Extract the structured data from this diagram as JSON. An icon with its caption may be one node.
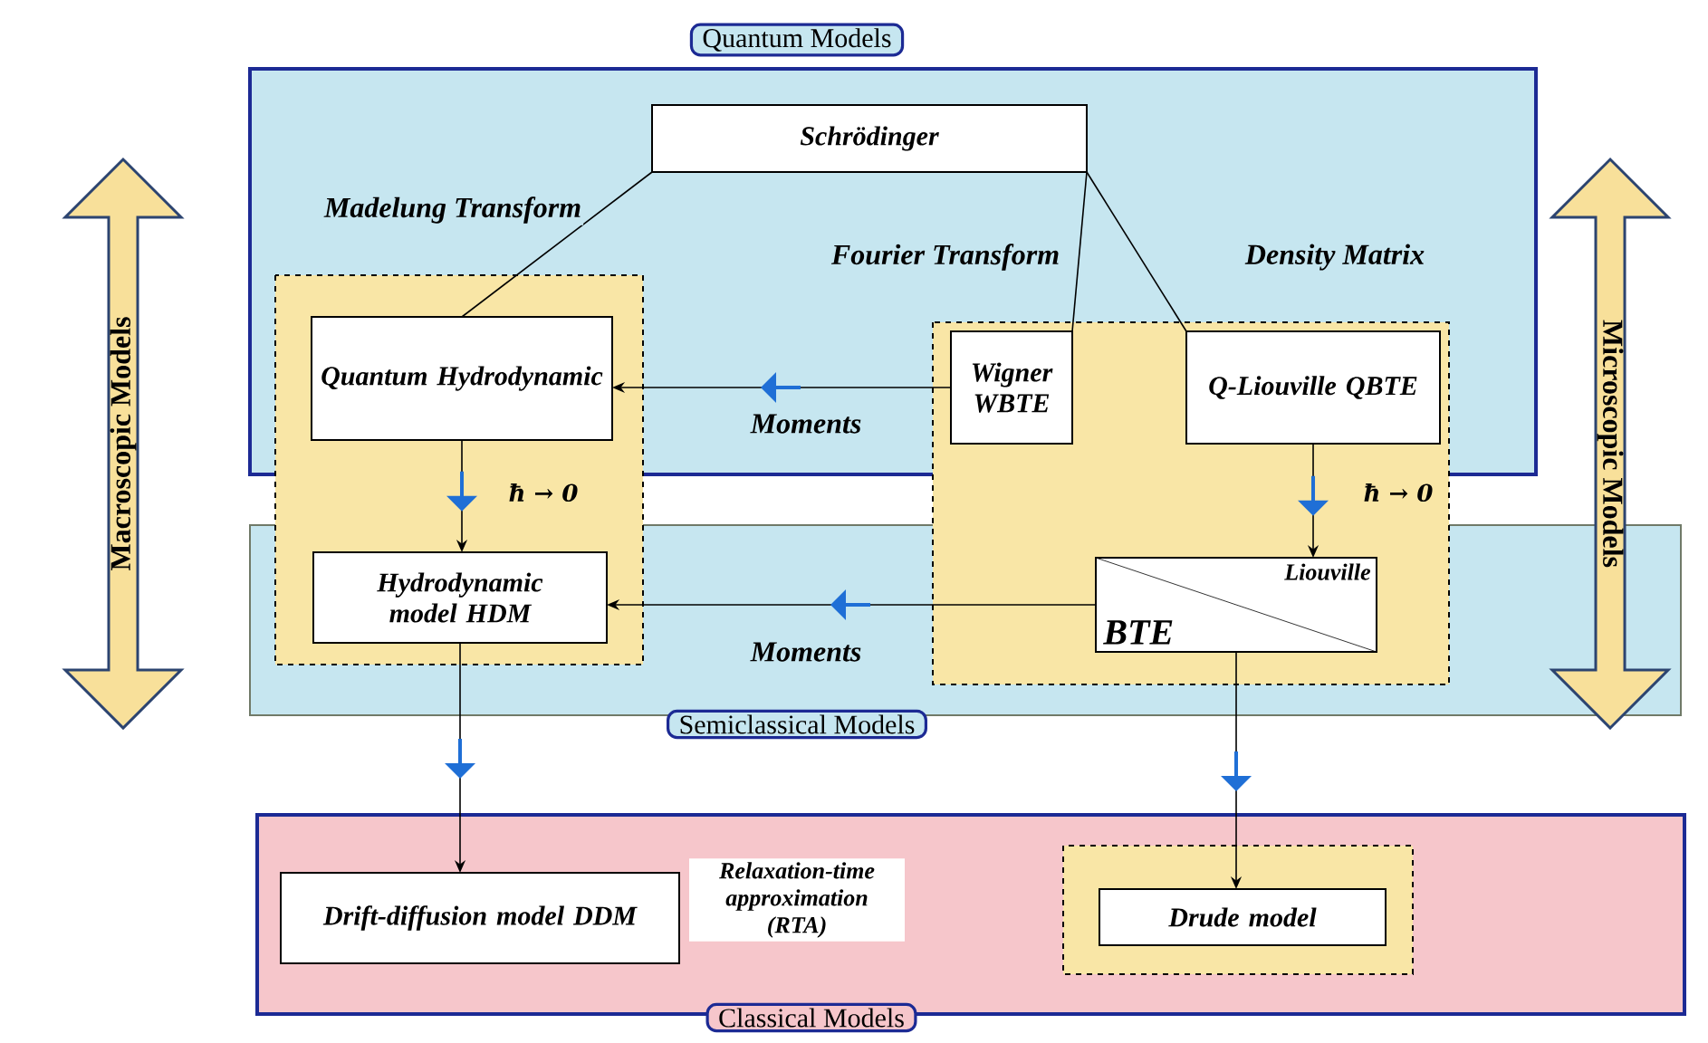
{
  "diagram": {
    "nodes": [
      {
        "text": [
          "Quantum Models"
        ]
      },
      {
        "text": [
          "Schrödinger"
        ],
        "in": 0
      },
      {
        "text": [
          "Macroscopic Models"
        ]
      },
      {
        "text": [
          "Microscopic Models"
        ]
      },
      {
        "text": [
          "Quantum Hydrodynamic"
        ],
        "in": 0
      },
      {
        "text": [
          "Wigner WBTE"
        ],
        "in": 0
      },
      {
        "text": [
          "Q-Liouville QBTE"
        ],
        "in": 0
      },
      {
        "text": [
          "Semiclassical Models"
        ]
      },
      {
        "text": [
          "Hydrodynamic model HDM"
        ],
        "in": 7
      },
      {
        "text": [
          "Liouville",
          "BTE"
        ],
        "in": 7
      },
      {
        "text": [
          "Classical Models"
        ]
      },
      {
        "text": [
          "Drift-diffusion model DDM"
        ],
        "in": 10
      },
      {
        "text": [
          "Drude model"
        ],
        "in": 10
      }
    ],
    "edges": [
      {
        "from": 1,
        "to": 4,
        "arrow": "none",
        "label": "Madelung Transform"
      },
      {
        "from": 1,
        "to": 5,
        "arrow": "none",
        "label": "Fourier Transform"
      },
      {
        "from": 1,
        "to": 6,
        "arrow": "none",
        "label": "Density Matrix"
      },
      {
        "from": 5,
        "to": 4,
        "arrow": "to",
        "label": "Moments"
      },
      {
        "from": 4,
        "to": 8,
        "arrow": "to",
        "label": "ħ → 0"
      },
      {
        "from": 6,
        "to": 9,
        "arrow": "to",
        "label": "ħ → 0"
      },
      {
        "from": 9,
        "to": 8,
        "arrow": "to",
        "label": "Moments"
      },
      {
        "from": 8,
        "to": 11,
        "arrow": "to"
      },
      {
        "from": 9,
        "to": 12,
        "arrow": "to"
      }
    ],
    "labels": [
      "Relaxation-time approximation (RTA)"
    ]
  }
}
